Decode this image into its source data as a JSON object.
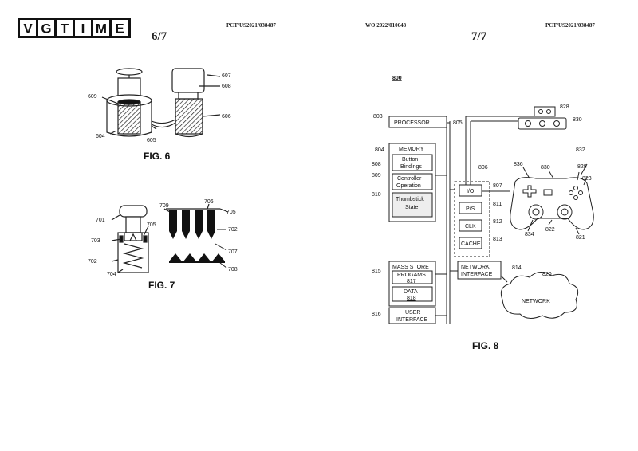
{
  "watermark": {
    "text": "VGTIME",
    "icon": "vgtime-logo"
  },
  "headers": {
    "left_pct": "PCT/US2021/038487",
    "center_wo": "WO 2022/010648",
    "right_pct": "PCT/US2021/038487"
  },
  "pages": {
    "left": "6/7",
    "right": "7/7"
  },
  "figures": {
    "fig6": "FIG. 6",
    "fig7": "FIG. 7",
    "fig8": "FIG. 8"
  },
  "fig6_labels": {
    "n607": "607",
    "n608": "608",
    "n609": "609",
    "n606": "606",
    "n604": "604",
    "n605": "605"
  },
  "fig7_labels": {
    "n701": "701",
    "n705a": "705",
    "n703": "703",
    "n702a": "702",
    "n704": "704",
    "n709": "709",
    "n706": "706",
    "n705b": "705",
    "n702b": "702",
    "n707": "707",
    "n708": "708"
  },
  "fig8": {
    "ref": "800",
    "n803": "803",
    "processor": "PROCESSOR",
    "n805": "805",
    "n804": "804",
    "memory": "MEMORY",
    "n808": "808",
    "button": "Button",
    "bindings": "Bindings",
    "n809": "809",
    "controller": "Controller",
    "operation": "Operation",
    "n810": "810",
    "thumbstick": "Thumbstick",
    "state": "State",
    "n806": "806",
    "io": "I/O",
    "n807": "807",
    "ps": "P/S",
    "n811": "811",
    "clk": "CLK",
    "n812": "812",
    "cache": "CACHE",
    "n813": "813",
    "n815": "815",
    "mass_store": "MASS STORE",
    "progams": "PROGAMS",
    "n817": "817",
    "data": "DATA",
    "n818": "818",
    "n816": "816",
    "user": "USER",
    "interface": "INTERFACE",
    "network_if1": "NETWORK",
    "network_if2": "INTERFACE",
    "n814": "814",
    "n820": "820",
    "network": "NETWORK",
    "n828a": "828",
    "n830a": "830",
    "n832": "832",
    "n836": "836",
    "n830b": "830",
    "n828b": "828",
    "n823": "823",
    "n822": "822",
    "n834": "834",
    "n821": "821"
  }
}
